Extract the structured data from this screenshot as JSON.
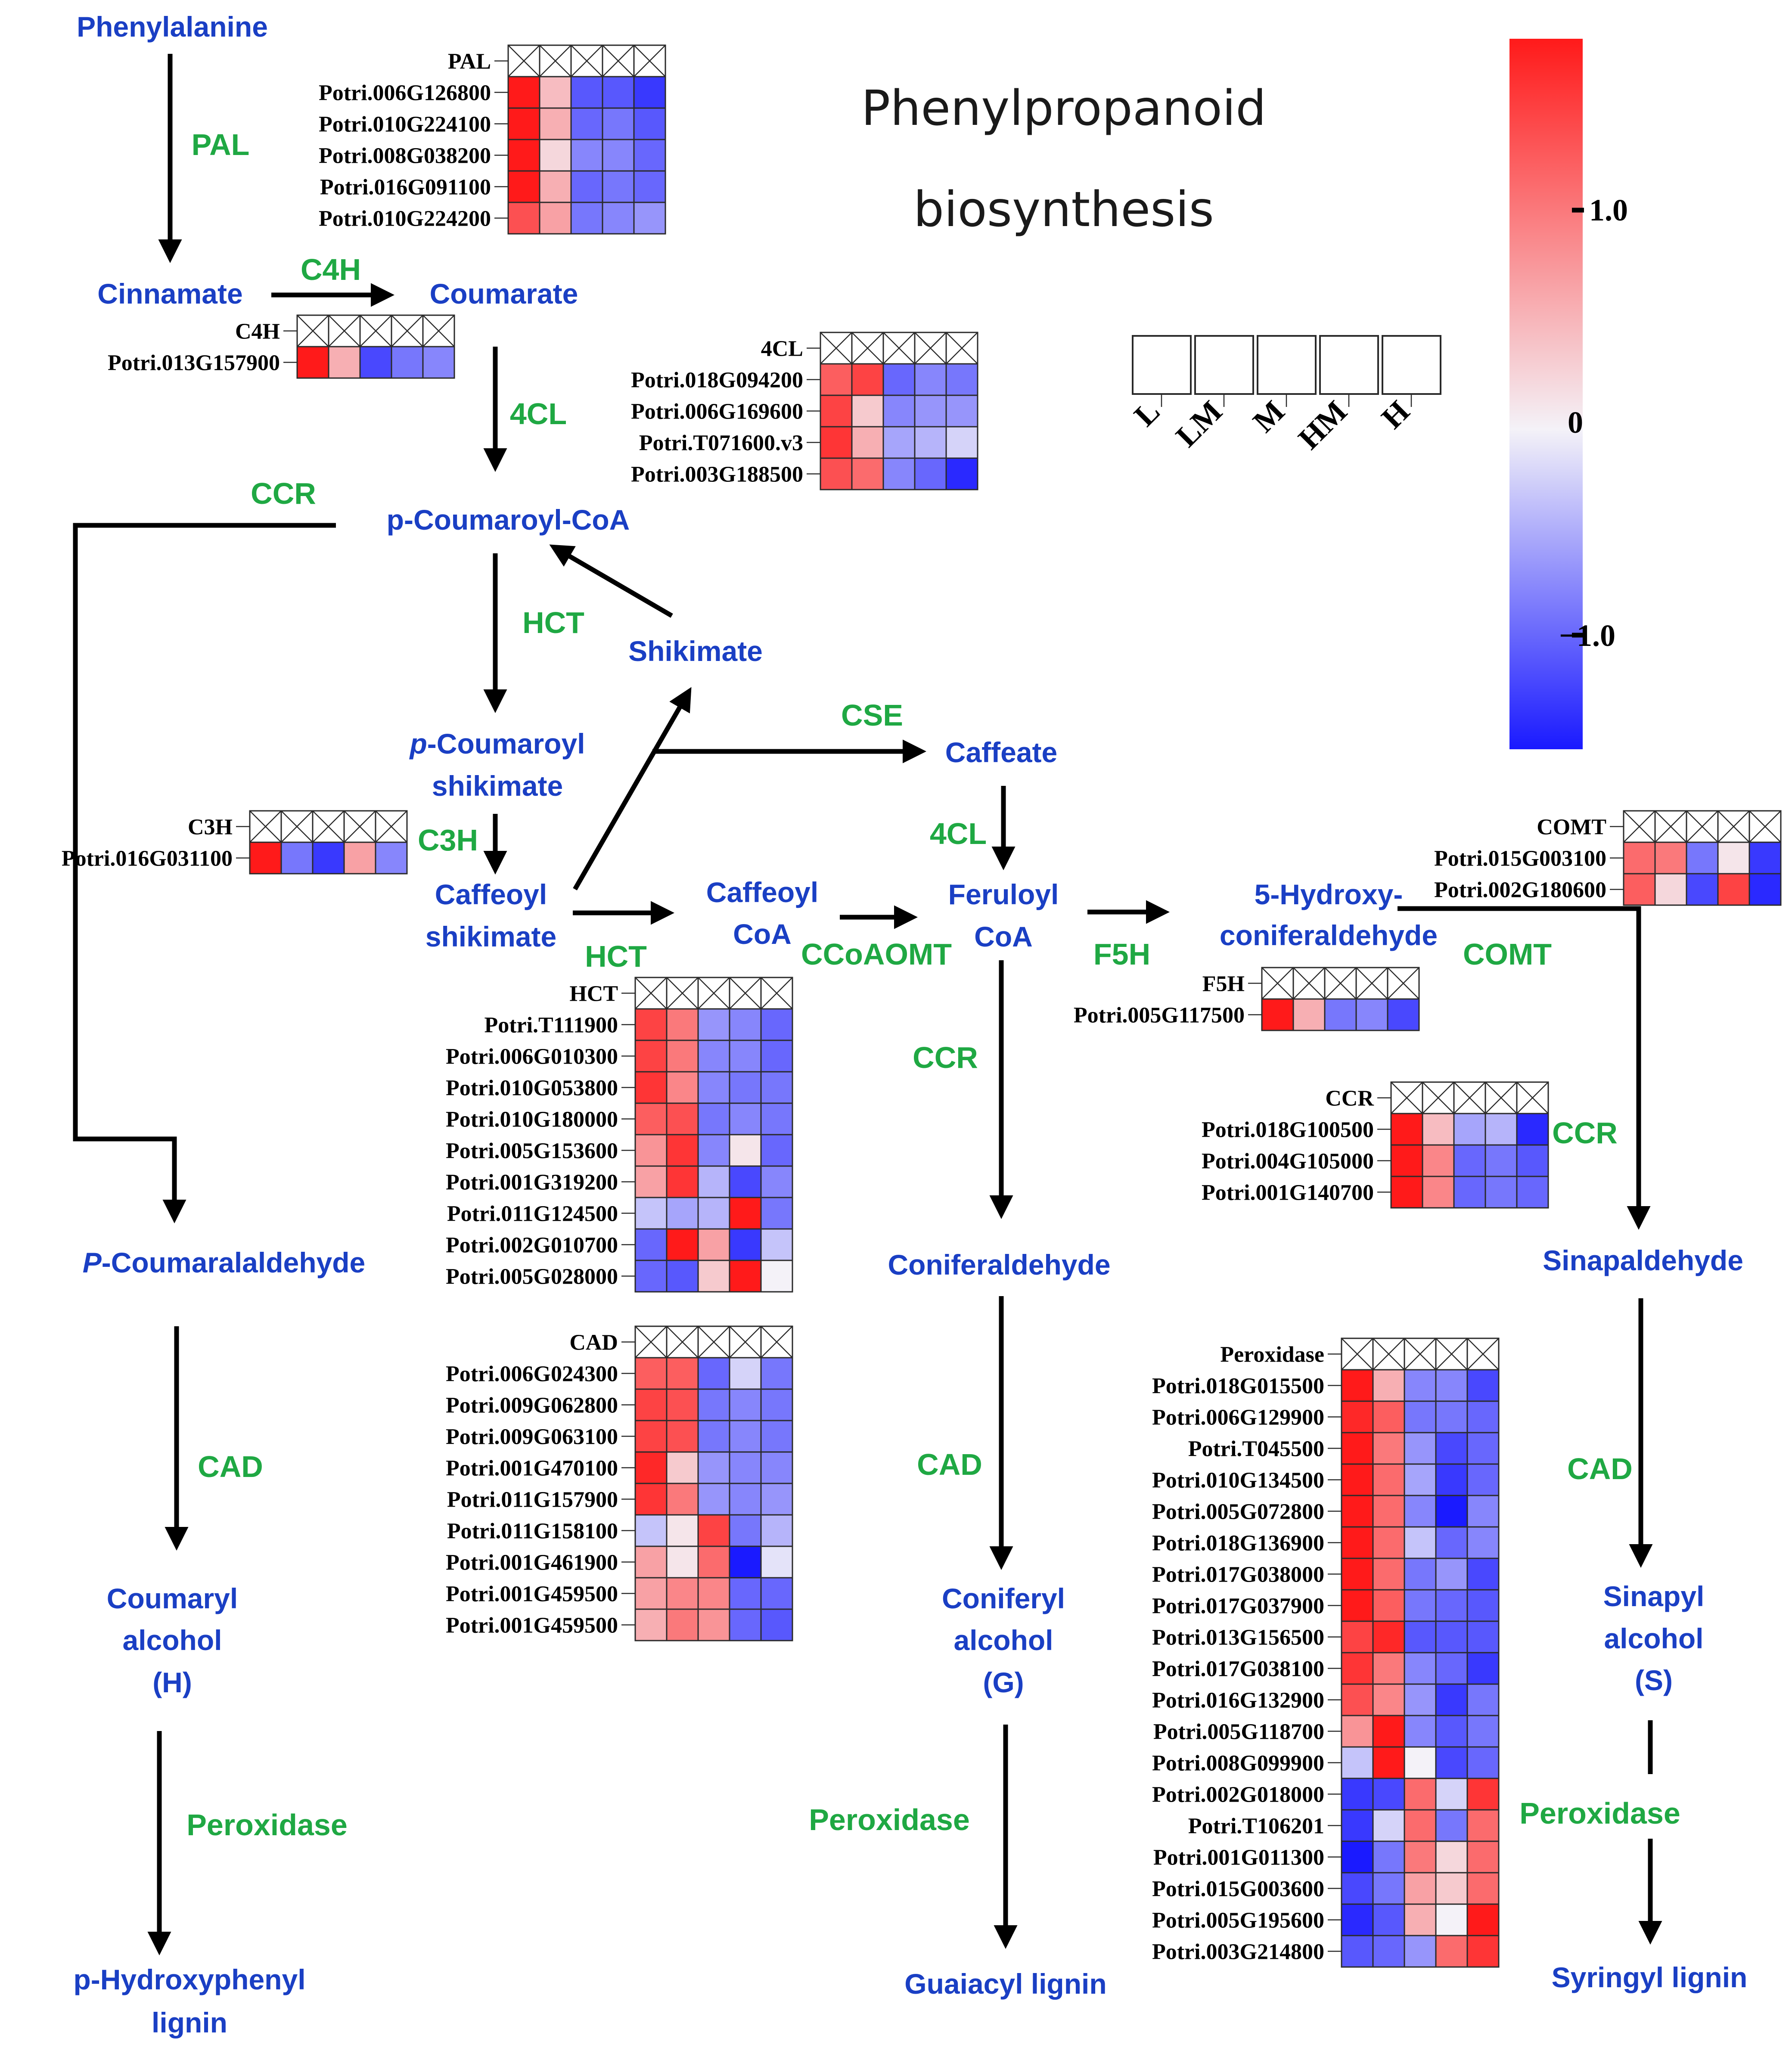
{
  "title_lines": [
    "Phenylpropanoid",
    "biosynthesis"
  ],
  "metabolites": {
    "phenylalanine": "Phenylalanine",
    "cinnamate": "Cinnamate",
    "coumarate": "Coumarate",
    "p_coumaroyl_coa": "p-Coumaroyl-CoA",
    "shikimate": "Shikimate",
    "p_coumaroyl_shikimate_prefix": "p",
    "p_coumaroyl_shikimate_1": "-Coumaroyl",
    "p_coumaroyl_shikimate_2": "shikimate",
    "caffeoyl_shikimate_1": "Caffeoyl",
    "caffeoyl_shikimate_2": "shikimate",
    "caffeoyl_coa_1": "Caffeoyl",
    "caffeoyl_coa_2": "CoA",
    "caffeate": "Caffeate",
    "feruloyl_coa_1": "Feruloyl",
    "feruloyl_coa_2": "CoA",
    "hydroxyconiferaldehyde_1": "5-Hydroxy-",
    "hydroxyconiferaldehyde_2": "coniferaldehyde",
    "p_coumaralaldehyde_prefix": "P",
    "p_coumaralaldehyde": "-Coumaralaldehyde",
    "coniferaldehyde": "Coniferaldehyde",
    "sinapaldehyde": "Sinapaldehyde",
    "coumaryl_alcohol_1": "Coumaryl",
    "coumaryl_alcohol_2": "alcohol",
    "coumaryl_alcohol_3": "(H)",
    "coniferyl_alcohol_1": "Coniferyl",
    "coniferyl_alcohol_2": "alcohol",
    "coniferyl_alcohol_3": "(G)",
    "sinapyl_alcohol_1": "Sinapyl",
    "sinapyl_alcohol_2": "alcohol",
    "sinapyl_alcohol_3": "(S)",
    "h_lignin_1": "p-Hydroxyphenyl",
    "h_lignin_2": "lignin",
    "g_lignin": "Guaiacyl lignin",
    "s_lignin": "Syringyl lignin"
  },
  "enzymes": {
    "pal": "PAL",
    "c4h": "C4H",
    "fourcl_a": "4CL",
    "ccr_top": "CCR",
    "hct_a": "HCT",
    "c3h": "C3H",
    "cse": "CSE",
    "fourcl_b": "4CL",
    "hct_b": "HCT",
    "ccoaomt": "CCoAOMT",
    "f5h": "F5H",
    "comt": "COMT",
    "ccr_mid": "CCR",
    "ccr_right": "CCR",
    "cad_left": "CAD",
    "cad_mid": "CAD",
    "cad_right": "CAD",
    "perox_left": "Peroxidase",
    "perox_mid": "Peroxidase",
    "perox_right": "Peroxidase"
  },
  "samples": [
    "L",
    "LM",
    "M",
    "HM",
    "H"
  ],
  "colorbar": {
    "ticks": [
      "1.0",
      "0",
      "−1.0"
    ],
    "tick_values": [
      1.0,
      0,
      -1.0
    ],
    "min": -1.5,
    "max": 1.8,
    "high_color": "#ff1a1a",
    "mid_color": "#f4f2f8",
    "low_color": "#1a1aff"
  },
  "heatmaps": [
    {
      "id": "pal",
      "label": "PAL",
      "rows": [
        {
          "gene": "Potri.006G126800",
          "values": [
            1.8,
            0.4,
            -1.0,
            -1.0,
            -1.2
          ]
        },
        {
          "gene": "Potri.010G224100",
          "values": [
            1.7,
            0.5,
            -0.9,
            -0.8,
            -1.0
          ]
        },
        {
          "gene": "Potri.008G038200",
          "values": [
            1.7,
            0.2,
            -0.7,
            -0.7,
            -0.9
          ]
        },
        {
          "gene": "Potri.016G091100",
          "values": [
            1.8,
            0.5,
            -0.9,
            -0.8,
            -0.9
          ]
        },
        {
          "gene": "Potri.010G224200",
          "values": [
            1.2,
            0.6,
            -0.8,
            -0.7,
            -0.6
          ]
        }
      ]
    },
    {
      "id": "c4h",
      "label": "C4H",
      "rows": [
        {
          "gene": "Potri.013G157900",
          "values": [
            1.7,
            0.5,
            -1.1,
            -0.8,
            -0.7
          ]
        }
      ]
    },
    {
      "id": "fourcl",
      "label": "4CL",
      "rows": [
        {
          "gene": "Potri.018G094200",
          "values": [
            1.1,
            1.3,
            -0.9,
            -0.7,
            -0.8
          ]
        },
        {
          "gene": "Potri.006G169600",
          "values": [
            1.3,
            0.3,
            -0.7,
            -0.6,
            -0.6
          ]
        },
        {
          "gene": "Potri.T071600.v3",
          "values": [
            1.4,
            0.5,
            -0.5,
            -0.4,
            -0.2
          ]
        },
        {
          "gene": "Potri.003G188500",
          "values": [
            1.2,
            1.0,
            -0.7,
            -0.9,
            -1.3
          ]
        }
      ]
    },
    {
      "id": "c3h",
      "label": "C3H",
      "rows": [
        {
          "gene": "Potri.016G031100",
          "values": [
            1.6,
            -0.8,
            -1.2,
            0.6,
            -0.7
          ]
        }
      ]
    },
    {
      "id": "hct",
      "label": "HCT",
      "rows": [
        {
          "gene": "Potri.T111900",
          "values": [
            1.3,
            0.9,
            -0.6,
            -0.7,
            -0.9
          ]
        },
        {
          "gene": "Potri.006G010300",
          "values": [
            1.3,
            0.9,
            -0.7,
            -0.7,
            -0.9
          ]
        },
        {
          "gene": "Potri.010G053800",
          "values": [
            1.4,
            0.8,
            -0.7,
            -0.8,
            -0.8
          ]
        },
        {
          "gene": "Potri.010G180000",
          "values": [
            1.1,
            1.2,
            -0.8,
            -0.7,
            -0.8
          ]
        },
        {
          "gene": "Potri.005G153600",
          "values": [
            0.7,
            1.4,
            -0.7,
            0.1,
            -0.9
          ]
        },
        {
          "gene": "Potri.001G319200",
          "values": [
            0.6,
            1.4,
            -0.4,
            -1.1,
            -0.7
          ]
        },
        {
          "gene": "Potri.011G124500",
          "values": [
            -0.3,
            -0.5,
            -0.4,
            1.8,
            -0.8
          ]
        },
        {
          "gene": "Potri.002G010700",
          "values": [
            -0.9,
            1.6,
            0.6,
            -1.2,
            -0.3
          ]
        },
        {
          "gene": "Potri.005G028000",
          "values": [
            -0.9,
            -1.0,
            0.3,
            1.7,
            0.0
          ]
        }
      ]
    },
    {
      "id": "cad",
      "label": "CAD",
      "rows": [
        {
          "gene": "Potri.006G024300",
          "values": [
            1.1,
            1.1,
            -0.9,
            -0.2,
            -0.8
          ]
        },
        {
          "gene": "Potri.009G062800",
          "values": [
            1.3,
            1.2,
            -0.8,
            -0.7,
            -0.8
          ]
        },
        {
          "gene": "Potri.009G063100",
          "values": [
            1.3,
            1.2,
            -0.8,
            -0.7,
            -0.8
          ]
        },
        {
          "gene": "Potri.001G470100",
          "values": [
            1.5,
            0.3,
            -0.6,
            -0.7,
            -0.7
          ]
        },
        {
          "gene": "Potri.011G157900",
          "values": [
            1.4,
            0.9,
            -0.6,
            -0.7,
            -0.6
          ]
        },
        {
          "gene": "Potri.011G158100",
          "values": [
            -0.3,
            0.1,
            1.3,
            -0.8,
            -0.4
          ]
        },
        {
          "gene": "Potri.001G461900",
          "values": [
            0.6,
            0.1,
            1.0,
            -1.6,
            -0.1
          ]
        },
        {
          "gene": "Potri.001G459500",
          "values": [
            0.6,
            0.8,
            0.8,
            -0.9,
            -0.9
          ]
        },
        {
          "gene": "Potri.001G459500",
          "values": [
            0.5,
            0.9,
            0.7,
            -0.9,
            -1.0
          ]
        }
      ]
    },
    {
      "id": "comt",
      "label": "COMT",
      "rows": [
        {
          "gene": "Potri.015G003100",
          "values": [
            1.0,
            0.9,
            -0.8,
            0.1,
            -1.2
          ]
        },
        {
          "gene": "Potri.002G180600",
          "values": [
            1.1,
            0.2,
            -1.1,
            1.3,
            -1.3
          ]
        }
      ]
    },
    {
      "id": "f5h",
      "label": "F5H",
      "rows": [
        {
          "gene": "Potri.005G117500",
          "values": [
            1.8,
            0.5,
            -0.8,
            -0.7,
            -1.1
          ]
        }
      ]
    },
    {
      "id": "ccr",
      "label": "CCR",
      "rows": [
        {
          "gene": "Potri.018G100500",
          "values": [
            1.8,
            0.4,
            -0.5,
            -0.4,
            -1.3
          ]
        },
        {
          "gene": "Potri.004G105000",
          "values": [
            1.8,
            0.8,
            -0.9,
            -0.8,
            -1.0
          ]
        },
        {
          "gene": "Potri.001G140700",
          "values": [
            1.8,
            0.8,
            -0.9,
            -0.8,
            -0.9
          ]
        }
      ]
    },
    {
      "id": "perox",
      "label": "Peroxidase",
      "rows": [
        {
          "gene": "Potri.018G015500",
          "values": [
            1.8,
            0.5,
            -0.7,
            -0.7,
            -1.1
          ]
        },
        {
          "gene": "Potri.006G129900",
          "values": [
            1.5,
            1.1,
            -0.8,
            -0.8,
            -0.9
          ]
        },
        {
          "gene": "Potri.T045500",
          "values": [
            1.6,
            0.9,
            -0.6,
            -1.1,
            -0.9
          ]
        },
        {
          "gene": "Potri.010G134500",
          "values": [
            1.6,
            1.0,
            -0.5,
            -1.2,
            -0.9
          ]
        },
        {
          "gene": "Potri.005G072800",
          "values": [
            1.6,
            1.0,
            -0.7,
            -1.5,
            -0.7
          ]
        },
        {
          "gene": "Potri.018G136900",
          "values": [
            1.6,
            1.0,
            -0.3,
            -0.9,
            -0.7
          ]
        },
        {
          "gene": "Potri.017G038000",
          "values": [
            1.7,
            1.0,
            -0.8,
            -0.6,
            -1.1
          ]
        },
        {
          "gene": "Potri.017G037900",
          "values": [
            1.8,
            1.1,
            -0.8,
            -0.9,
            -1.0
          ]
        },
        {
          "gene": "Potri.013G156500",
          "values": [
            1.3,
            1.5,
            -1.0,
            -1.0,
            -1.0
          ]
        },
        {
          "gene": "Potri.017G038100",
          "values": [
            1.4,
            0.9,
            -0.7,
            -0.9,
            -1.2
          ]
        },
        {
          "gene": "Potri.016G132900",
          "values": [
            1.2,
            0.8,
            -0.6,
            -1.2,
            -0.8
          ]
        },
        {
          "gene": "Potri.005G118700",
          "values": [
            0.7,
            1.7,
            -0.7,
            -1.0,
            -0.8
          ]
        },
        {
          "gene": "Potri.008G099900",
          "values": [
            -0.3,
            1.8,
            0.0,
            -1.1,
            -0.9
          ]
        },
        {
          "gene": "Potri.002G018000",
          "values": [
            -1.2,
            -1.1,
            1.0,
            -0.2,
            1.4
          ]
        },
        {
          "gene": "Potri.T106201",
          "values": [
            -1.2,
            -0.2,
            1.0,
            -0.8,
            1.0
          ]
        },
        {
          "gene": "Potri.001G011300",
          "values": [
            -1.4,
            -0.8,
            0.9,
            0.2,
            1.0
          ]
        },
        {
          "gene": "Potri.015G003600",
          "values": [
            -1.1,
            -0.8,
            0.6,
            0.3,
            1.0
          ]
        },
        {
          "gene": "Potri.005G195600",
          "values": [
            -1.3,
            -1.0,
            0.5,
            0.0,
            1.7
          ]
        },
        {
          "gene": "Potri.003G214800",
          "values": [
            -1.0,
            -0.9,
            -0.6,
            1.0,
            1.4
          ]
        }
      ]
    }
  ]
}
